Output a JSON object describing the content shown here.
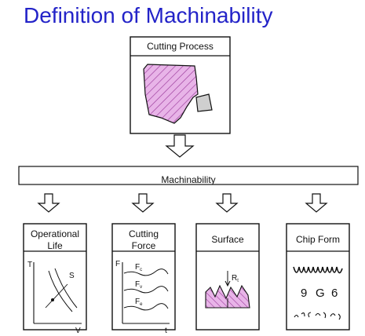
{
  "title": "Definition of  Machinability",
  "top_box": {
    "label": "Cutting Process"
  },
  "middle_bar": {
    "label": "Machinability"
  },
  "boxes": [
    {
      "line1": "Operational",
      "line2": "Life",
      "axis_y": "T",
      "axis_x": "V",
      "curve_label": "S"
    },
    {
      "line1": "Cutting",
      "line2": "Force",
      "axis_y": "F",
      "axis_x": "t",
      "series": [
        "F",
        "F",
        "F"
      ],
      "subscripts": [
        "c",
        "v",
        "e"
      ]
    },
    {
      "line1": "Surface",
      "roughness": "R",
      "roughness_sub": "t"
    },
    {
      "line1": "Chip Form"
    }
  ],
  "colors": {
    "title": "#2323c8",
    "hatch_fill": "#e8b4e8",
    "hatch_line": "#9b3a9b",
    "chip_fill": "#cfcfcf"
  }
}
